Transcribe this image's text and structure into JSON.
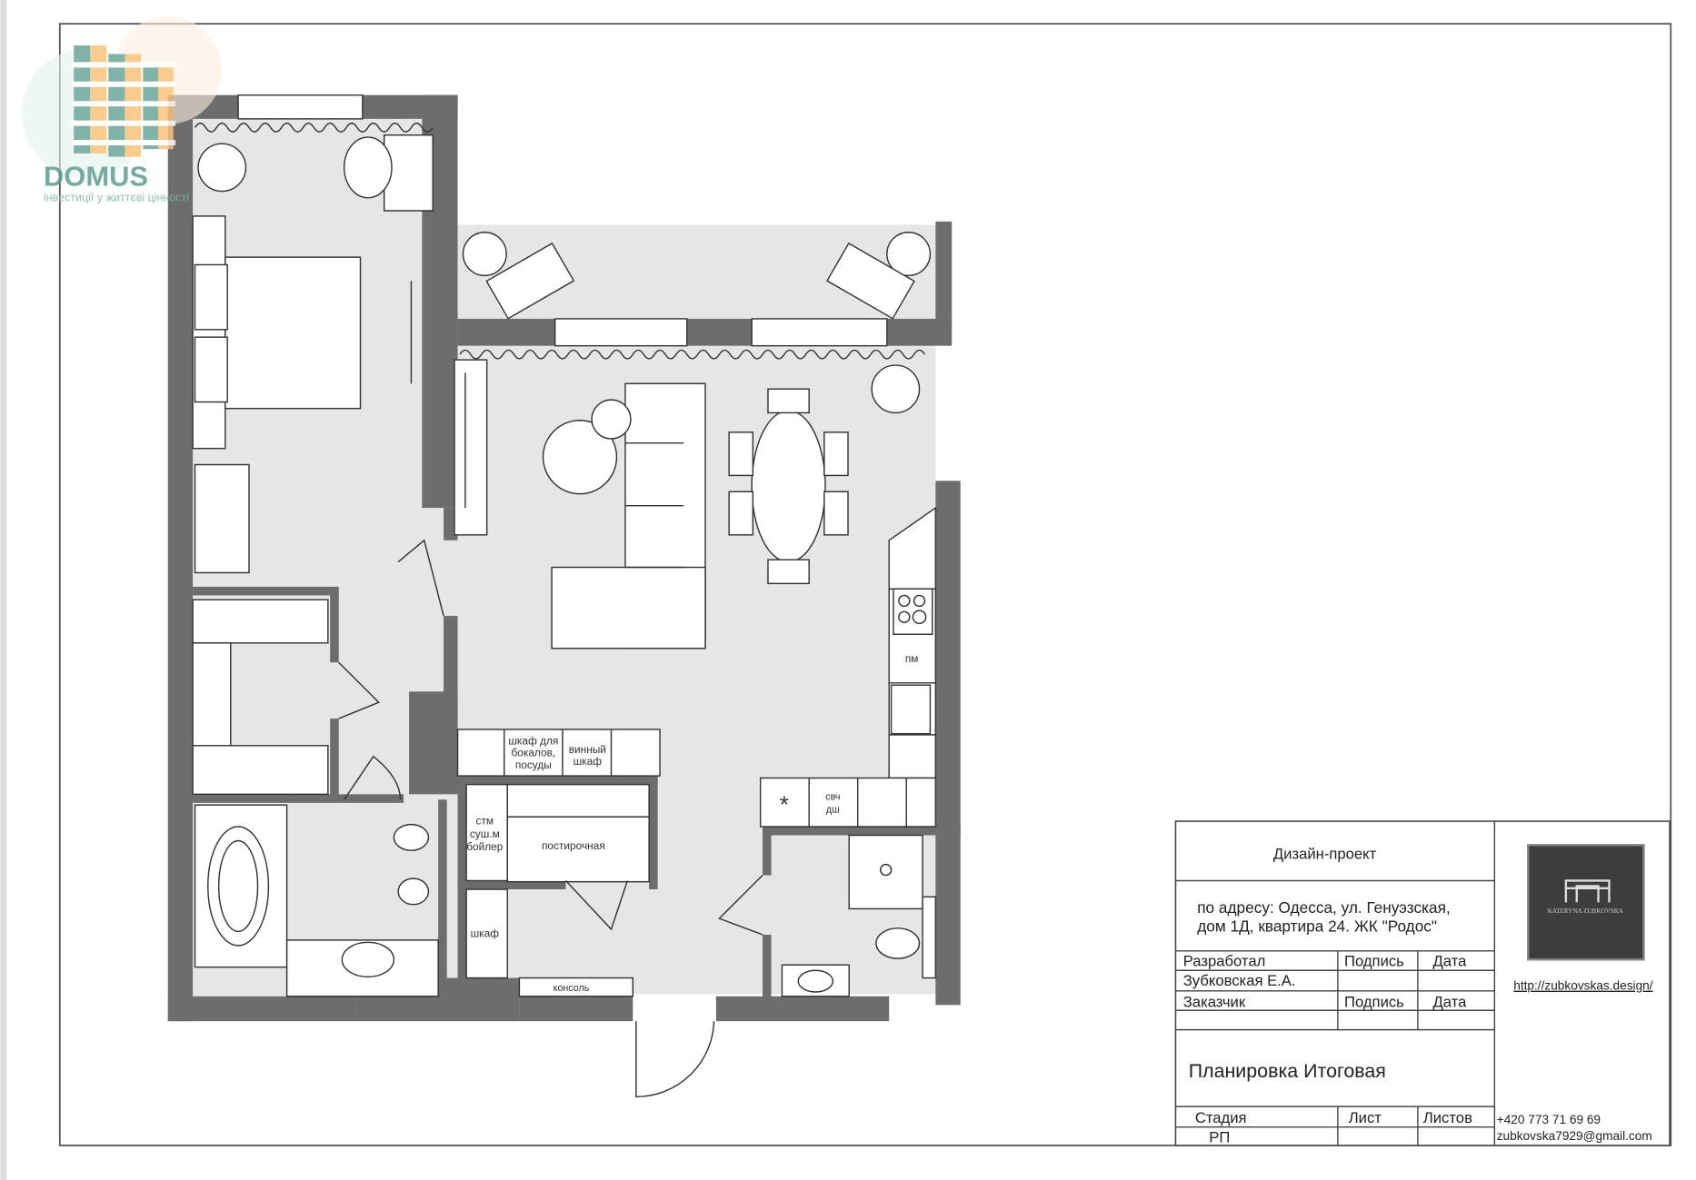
{
  "watermark": {
    "brand": "DOMUS",
    "tagline": "інвестиції у життєві цінності"
  },
  "plan_labels": {
    "glass_cabinet": [
      "шкаф для",
      "бокалов,",
      "посуды"
    ],
    "wine_cabinet": [
      "винный",
      "шкаф"
    ],
    "utility": [
      "стм",
      "суш.м",
      "бойлер"
    ],
    "laundry": "постирочная",
    "wardrobe": "шкаф",
    "console": "консоль",
    "dishwasher": "пм",
    "microwave": [
      "свч",
      "дш"
    ],
    "asterisk": "*"
  },
  "title_block": {
    "project": "Дизайн-проект",
    "address_line1": "по адресу: Одесса, ул. Генуэзская,",
    "address_line2": "дом 1Д, квартира 24. ЖК \"Родос\"",
    "developed_by": "Разработал",
    "signature": "Подпись",
    "date": "Дата",
    "developer_name": "Зубковская Е.А.",
    "customer": "Заказчик",
    "sheet_title": "Планировка Итоговая",
    "stage": "Стадия",
    "sheet": "Лист",
    "sheets": "Листов",
    "stage_value": "РП",
    "designer_logo": "KATERYNA ZUBKOVSKA",
    "website": "http://zubkovskas.design/",
    "phone": "+420 773 71 69 69",
    "email": "zubkovska7929@gmail.com"
  }
}
